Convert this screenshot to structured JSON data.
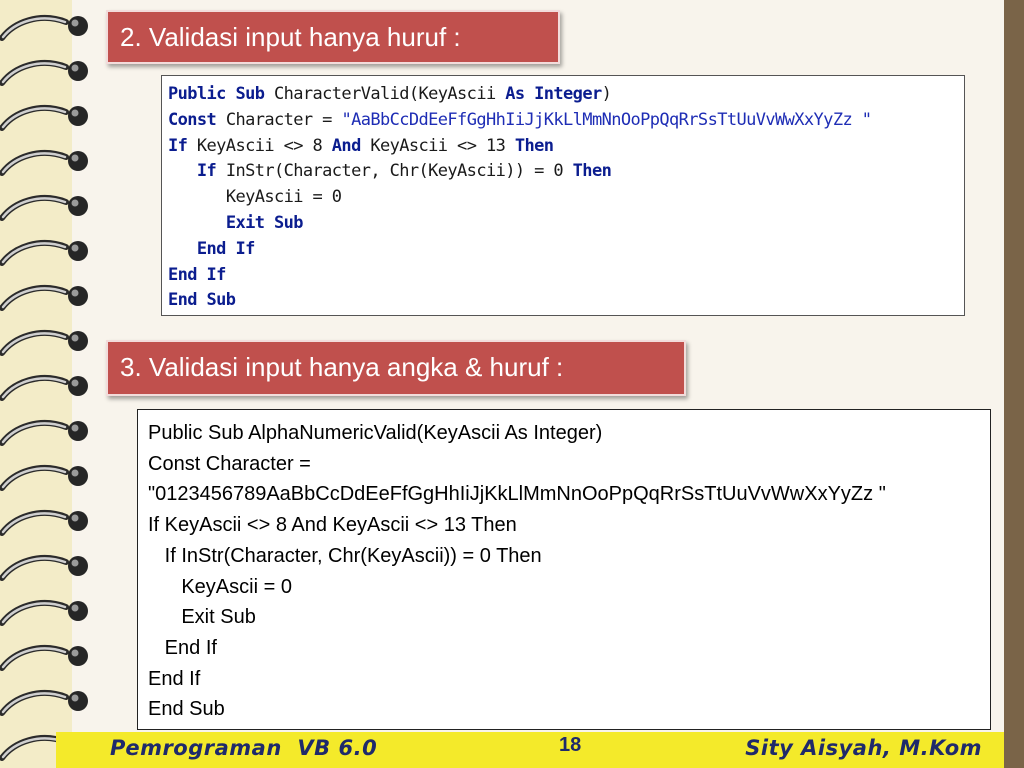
{
  "headings": {
    "section_2": "2. Validasi input hanya huruf :",
    "section_3": "3. Validasi input hanya angka & huruf :"
  },
  "code_image": {
    "lines": [
      {
        "indent": "",
        "parts": [
          [
            "kw",
            "Public Sub "
          ],
          [
            "plain",
            "CharacterValid(KeyAscii "
          ],
          [
            "kw",
            "As Integer"
          ],
          [
            "plain",
            ")"
          ]
        ]
      },
      {
        "indent": "",
        "parts": [
          [
            "kw",
            "Const "
          ],
          [
            "plain",
            "Character = "
          ],
          [
            "str",
            "\"AaBbCcDdEeFfGgHhIiJjKkLlMmNnOoPpQqRrSsTtUuVvWwXxYyZz \""
          ]
        ]
      },
      {
        "indent": "",
        "parts": [
          [
            "kw",
            "If "
          ],
          [
            "plain",
            "KeyAscii <> 8 "
          ],
          [
            "kw",
            "And "
          ],
          [
            "plain",
            "KeyAscii <> 13 "
          ],
          [
            "kw",
            "Then"
          ]
        ]
      },
      {
        "indent": "   ",
        "parts": [
          [
            "kw",
            "If "
          ],
          [
            "plain",
            "InStr(Character, Chr(KeyAscii)) = 0 "
          ],
          [
            "kw",
            "Then"
          ]
        ]
      },
      {
        "indent": "      ",
        "parts": [
          [
            "plain",
            "KeyAscii = 0"
          ]
        ]
      },
      {
        "indent": "      ",
        "parts": [
          [
            "kw",
            "Exit Sub"
          ]
        ]
      },
      {
        "indent": "   ",
        "parts": [
          [
            "kw",
            "End If"
          ]
        ]
      },
      {
        "indent": "",
        "parts": [
          [
            "kw",
            "End If"
          ]
        ]
      },
      {
        "indent": "",
        "parts": [
          [
            "kw",
            "End Sub"
          ]
        ]
      }
    ]
  },
  "code_box": {
    "lines": [
      "Public Sub AlphaNumericValid(KeyAscii As Integer)",
      "Const Character =",
      "\"0123456789AaBbCcDdEeFfGgHhIiJjKkLlMmNnOoPpQqRrSsTtUuVvWwXxYyZz \"",
      "If KeyAscii <> 8 And KeyAscii <> 13 Then",
      "   If InStr(Character, Chr(KeyAscii)) = 0 Then",
      "      KeyAscii = 0",
      "      Exit Sub",
      "   End If",
      "End If",
      "End Sub"
    ]
  },
  "footer": {
    "left": "Pemrograman  VB 6.0",
    "page_number": "18",
    "right": "Sity Aisyah, M.Kom"
  },
  "colors": {
    "heading_bg": "#c0504d",
    "footer_bg": "#f4ea2a",
    "footer_text": "#1f2a6b",
    "keyword": "#0b1d8f"
  }
}
